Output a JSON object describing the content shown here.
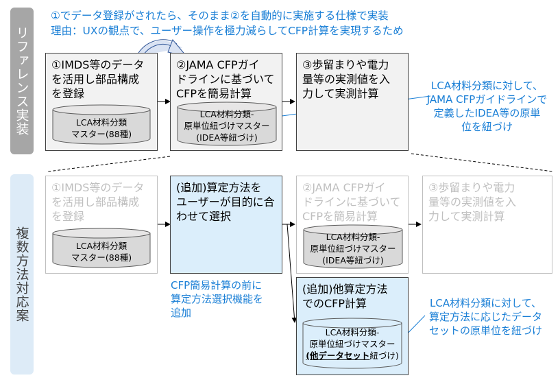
{
  "top_note": {
    "line1": "①でデータ登録がされたら、そのまま②を自動的に実施する仕様で実装",
    "line2": "理由：UXの観点で、ユーザー操作を極力減らしてCFP計算を実現するため"
  },
  "sidebar_ref": "リファレンス実装",
  "sidebar_multi": "複数方法対応案",
  "row1": {
    "step1": {
      "lines": [
        "①IMDS等のデータ",
        "を活用し部品構成",
        "を登録"
      ]
    },
    "db1": {
      "lines": [
        "LCA材料分類",
        "マスター(88種)"
      ]
    },
    "step2": {
      "lines": [
        "②JAMA CFPガイ",
        "ドラインに基づいて",
        "CFPを簡易計算"
      ]
    },
    "db2": {
      "lines": [
        "LCA材料分類-",
        "原単位紐づけマスター",
        "(IDEA等紐づけ)"
      ]
    },
    "step3": {
      "lines": [
        "③歩留まりや電力",
        "量等の実測値を入",
        "力して実測計算"
      ]
    },
    "note": {
      "lines": [
        "LCA材料分類に対して、",
        "JAMA CFPガイドラインで",
        "定義したIDEA等の原単",
        "位を紐づけ"
      ]
    }
  },
  "row2": {
    "step1": {
      "lines": [
        "①IMDS等のデータ",
        "を活用し部品構成",
        "を登録"
      ]
    },
    "db1": {
      "lines": [
        "LCA材料分類",
        "マスター(88種)"
      ]
    },
    "select": {
      "lines": [
        "(追加)算定方法を",
        "ユーザーが目的に合",
        "わせて選択"
      ]
    },
    "step2": {
      "lines": [
        "②JAMA CFPガイ",
        "ドラインに基づいて",
        "CFPを簡易計算"
      ]
    },
    "db2": {
      "lines": [
        "LCA材料分類-",
        "原単位紐づけマスター",
        "(IDEA等紐づけ)"
      ]
    },
    "step3": {
      "lines": [
        "③歩留まりや電力",
        "量等の実測値を入",
        "力して実測計算"
      ]
    },
    "select_note": {
      "lines": [
        "CFP簡易計算の前に",
        "算定方法選択機能を",
        "追加"
      ]
    },
    "other": {
      "lines": [
        "(追加)他算定方法",
        "でのCFP計算"
      ]
    },
    "db3": {
      "line1": "LCA材料分類-",
      "line2": "原単位紐づけマスター",
      "line3_bold": "(他データセット",
      "line3_rest": "紐づけ)"
    },
    "other_note": {
      "lines": [
        "LCA材料分類に対して、",
        "算定方法に応じたデータ",
        "セットの原単位を紐づけ"
      ]
    }
  },
  "colors": {
    "accent": "#1a7fd6",
    "sidebar_ref": "#a6a6a6",
    "sidebar_multi": "#ddebf7",
    "highlight_box": "#dbeefb"
  }
}
